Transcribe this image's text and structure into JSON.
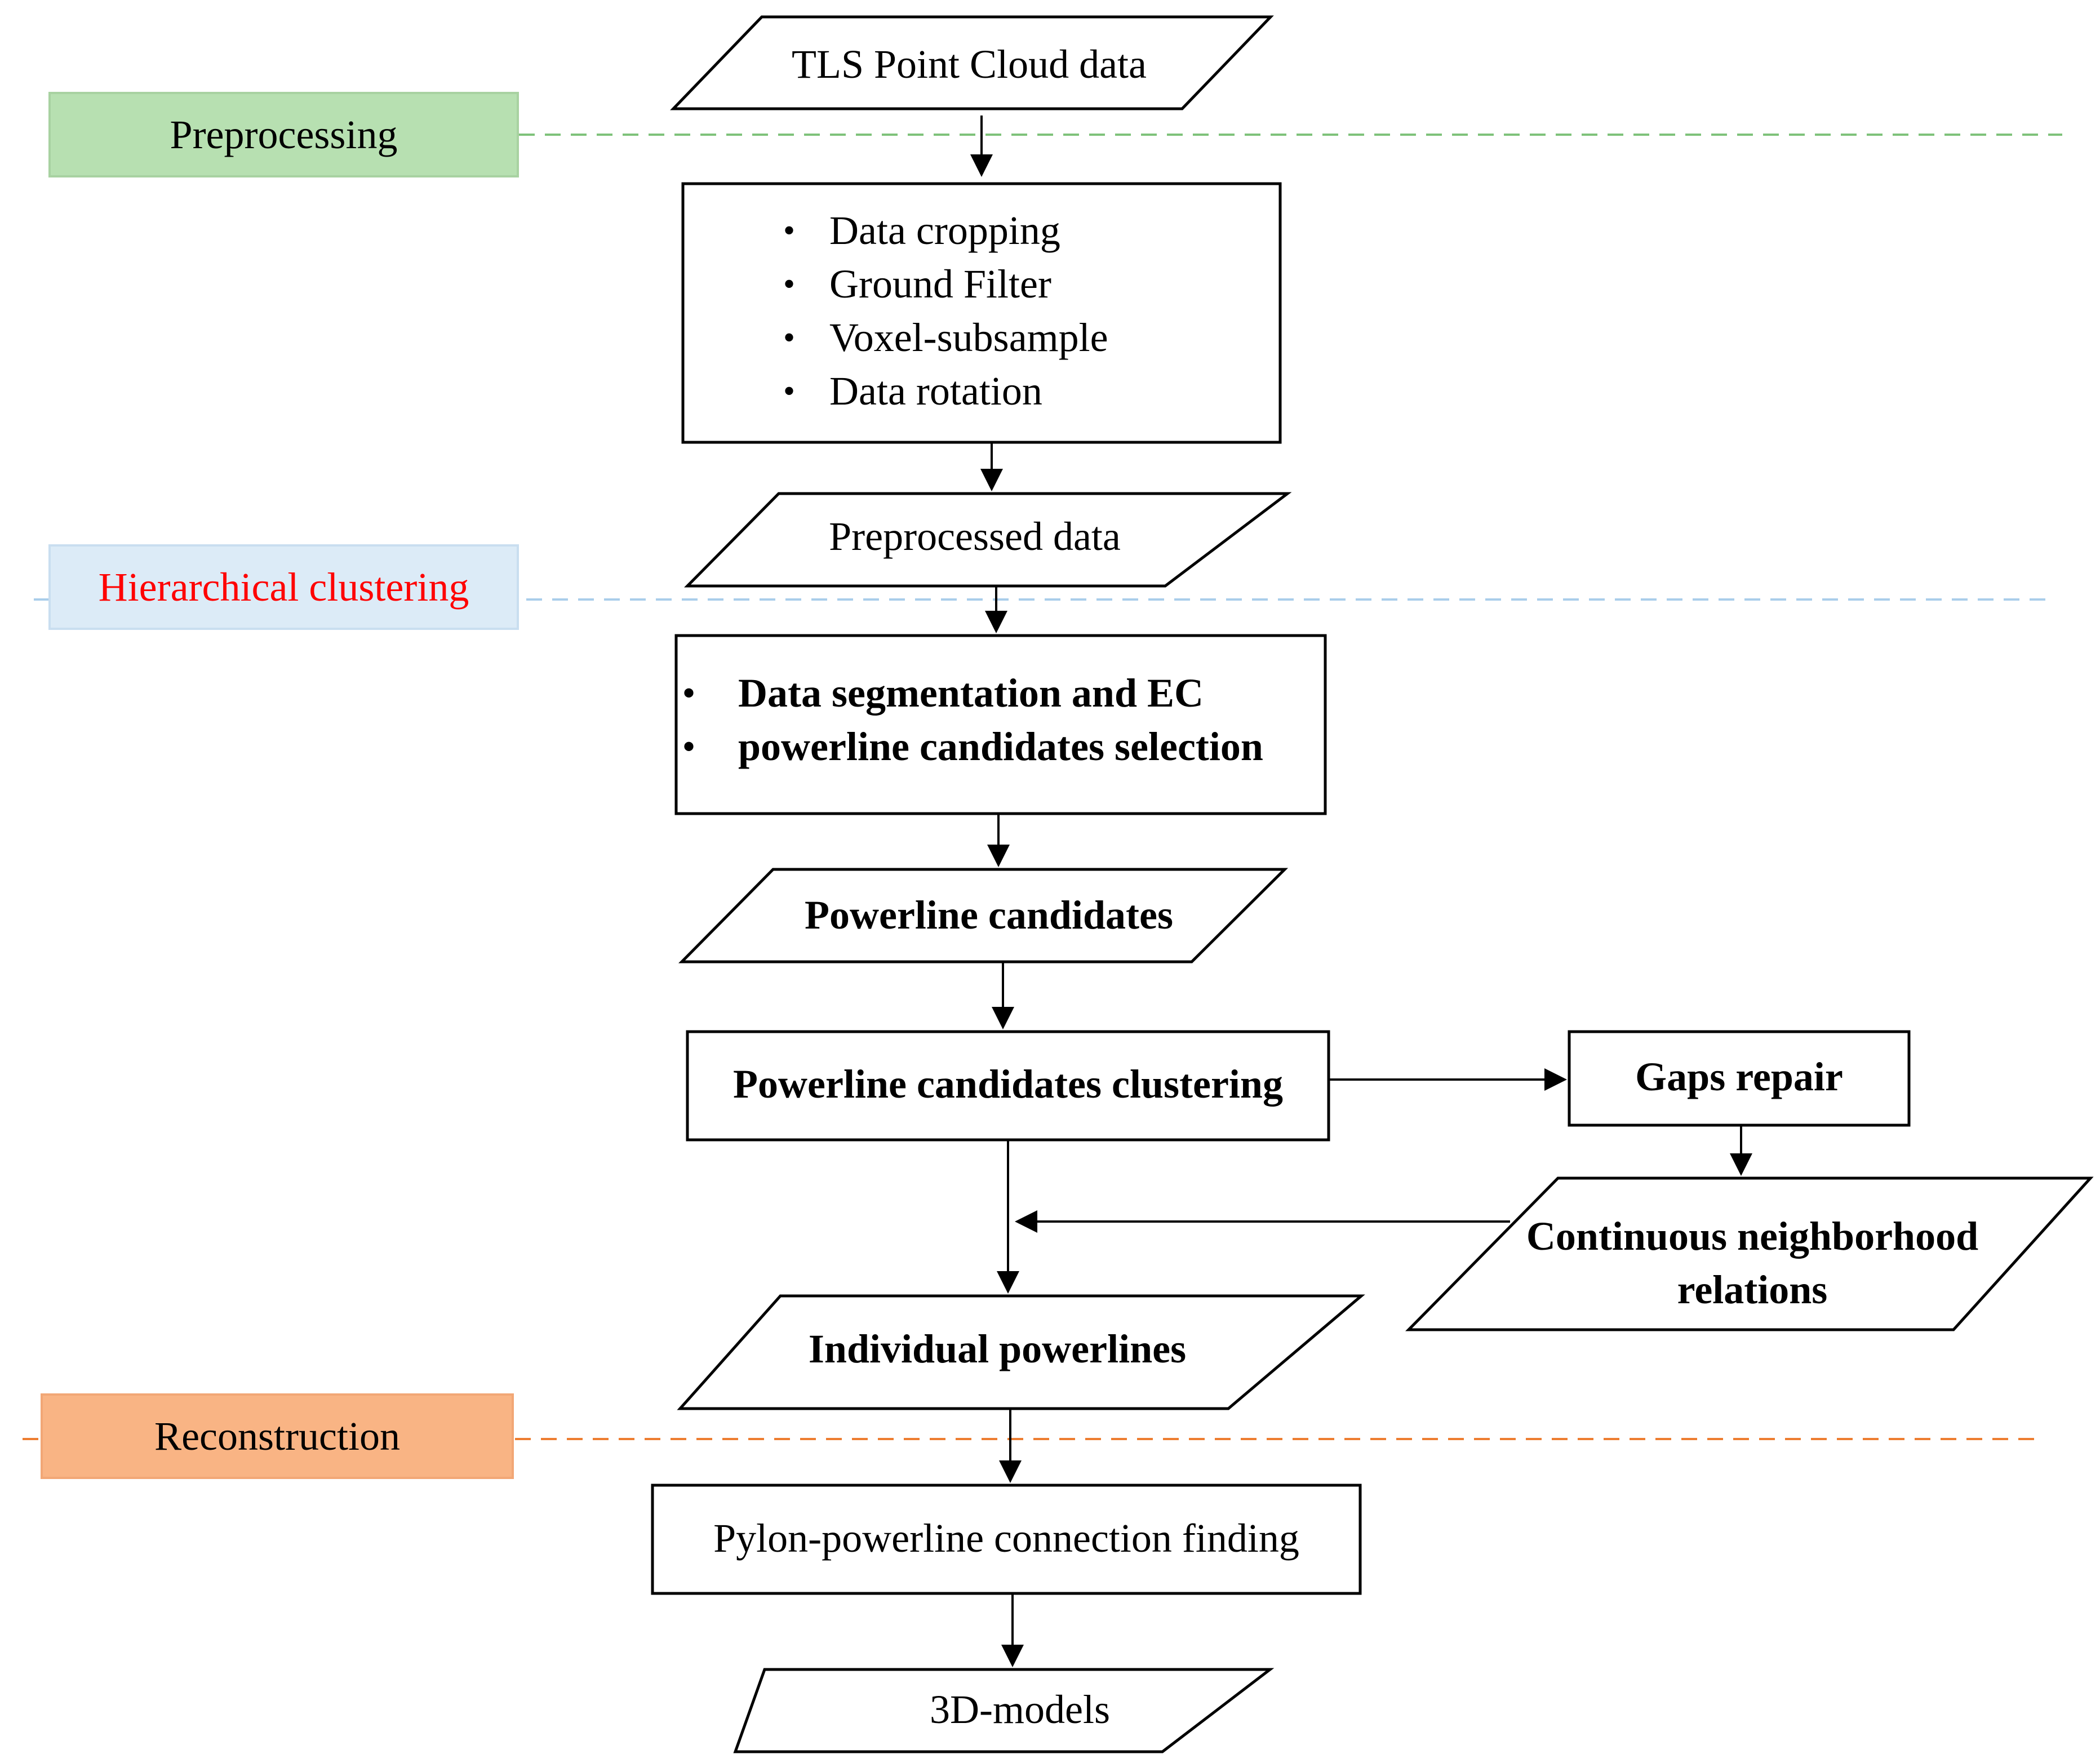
{
  "stages": {
    "preprocessing": "Preprocessing",
    "hierarchical": "Hierarchical clustering",
    "reconstruction": "Reconstruction"
  },
  "nodes": {
    "tls_input": "TLS Point Cloud data",
    "preprocess_steps": [
      "Data cropping",
      "Ground Filter",
      "Voxel-subsample",
      "Data rotation"
    ],
    "preprocessed_data": "Preprocessed data",
    "segmentation_steps": [
      "Data segmentation and EC",
      "powerline candidates selection"
    ],
    "powerline_candidates": "Powerline candidates",
    "candidates_clustering": "Powerline candidates clustering",
    "gaps_repair": "Gaps repair",
    "continuous_relations": [
      "Continuous neighborhood",
      "relations"
    ],
    "individual_powerlines": "Individual powerlines",
    "connection_finding": "Pylon-powerline connection finding",
    "models_3d": "3D-models"
  },
  "bullet_glyph": "•",
  "colors": {
    "preprocessing_fill": "#b7e0b1",
    "preprocessing_line": "#7ec27a",
    "hierarchical_fill": "#dcebf7",
    "hierarchical_line": "#a9cdea",
    "hierarchical_text": "#ff0000",
    "reconstruction_fill": "#f9b484",
    "reconstruction_line": "#ed7d31"
  }
}
